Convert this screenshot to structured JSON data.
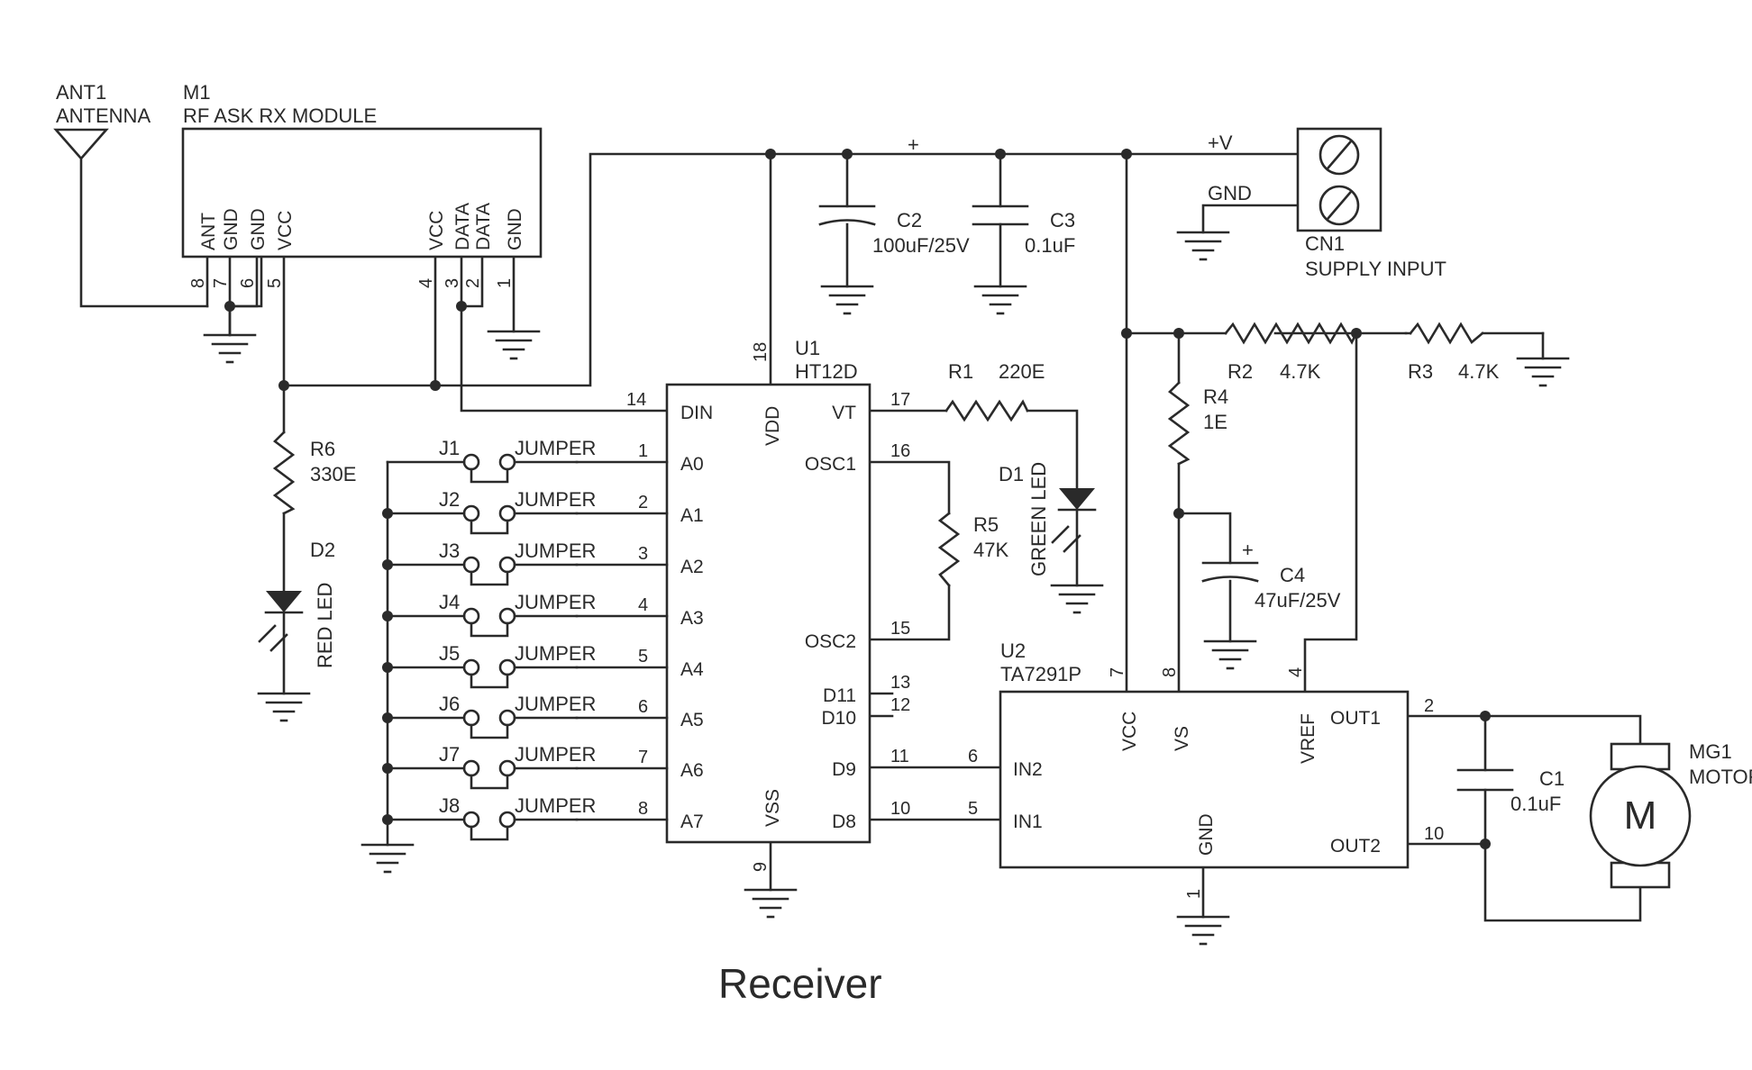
{
  "title": "Receiver",
  "antenna": {
    "ref": "ANT1",
    "name": "ANTENNA"
  },
  "rf_module": {
    "ref": "M1",
    "name": "RF ASK RX MODULE",
    "pin_labels": [
      "ANT",
      "GND",
      "GND",
      "VCC",
      "VCC",
      "DATA",
      "DATA",
      "GND"
    ],
    "pin_numbers": [
      "8",
      "7",
      "6",
      "5",
      "4",
      "3",
      "2",
      "1"
    ]
  },
  "decoder": {
    "ref": "U1",
    "name": "HT12D",
    "left_pins": [
      {
        "label": "DIN",
        "num": "14"
      },
      {
        "label": "A0",
        "num": "1"
      },
      {
        "label": "A1",
        "num": "2"
      },
      {
        "label": "A2",
        "num": "3"
      },
      {
        "label": "A3",
        "num": "4"
      },
      {
        "label": "A4",
        "num": "5"
      },
      {
        "label": "A5",
        "num": "6"
      },
      {
        "label": "A6",
        "num": "7"
      },
      {
        "label": "A7",
        "num": "8"
      }
    ],
    "right_pins": [
      {
        "label": "VT",
        "num": "17"
      },
      {
        "label": "OSC1",
        "num": "16"
      },
      {
        "label": "OSC2",
        "num": "15"
      },
      {
        "label": "D11",
        "num": "13"
      },
      {
        "label": "D10",
        "num": "12"
      },
      {
        "label": "D9",
        "num": "11"
      },
      {
        "label": "D8",
        "num": "10"
      }
    ],
    "vdd": {
      "label": "VDD",
      "num": "18"
    },
    "vss": {
      "label": "VSS",
      "num": "9"
    }
  },
  "jumpers": [
    {
      "ref": "J1",
      "label": "JUMPER"
    },
    {
      "ref": "J2",
      "label": "JUMPER"
    },
    {
      "ref": "J3",
      "label": "JUMPER"
    },
    {
      "ref": "J4",
      "label": "JUMPER"
    },
    {
      "ref": "J5",
      "label": "JUMPER"
    },
    {
      "ref": "J6",
      "label": "JUMPER"
    },
    {
      "ref": "J7",
      "label": "JUMPER"
    },
    {
      "ref": "J8",
      "label": "JUMPER"
    }
  ],
  "resistors": {
    "R1": {
      "ref": "R1",
      "value": "220E"
    },
    "R2": {
      "ref": "R2",
      "value": "4.7K"
    },
    "R3": {
      "ref": "R3",
      "value": "4.7K"
    },
    "R4": {
      "ref": "R4",
      "value": "1E"
    },
    "R5": {
      "ref": "R5",
      "value": "47K"
    },
    "R6": {
      "ref": "R6",
      "value": "330E"
    }
  },
  "capacitors": {
    "C1": {
      "ref": "C1",
      "value": "0.1uF"
    },
    "C2": {
      "ref": "C2",
      "value": "100uF/25V"
    },
    "C3": {
      "ref": "C3",
      "value": "0.1uF"
    },
    "C4": {
      "ref": "C4",
      "value": "47uF/25V"
    }
  },
  "leds": {
    "D1": {
      "ref": "D1",
      "name": "GREEN LED"
    },
    "D2": {
      "ref": "D2",
      "name": "RED LED"
    }
  },
  "connector": {
    "ref": "CN1",
    "name": "SUPPLY INPUT",
    "plus": "+V",
    "gnd": "GND"
  },
  "driver": {
    "ref": "U2",
    "name": "TA7291P",
    "top_pins": [
      {
        "label": "VCC",
        "num": "7"
      },
      {
        "label": "VS",
        "num": "8"
      },
      {
        "label": "VREF",
        "num": "4"
      }
    ],
    "in2": {
      "label": "IN2",
      "num": "6"
    },
    "in1": {
      "label": "IN1",
      "num": "5"
    },
    "out1": {
      "label": "OUT1",
      "num": "2"
    },
    "out2": {
      "label": "OUT2",
      "num": "10"
    },
    "gnd": {
      "label": "GND",
      "num": "1"
    }
  },
  "motor": {
    "ref": "MG1",
    "name": "MOTOR",
    "symbol": "M"
  },
  "polarity_mark": "+"
}
